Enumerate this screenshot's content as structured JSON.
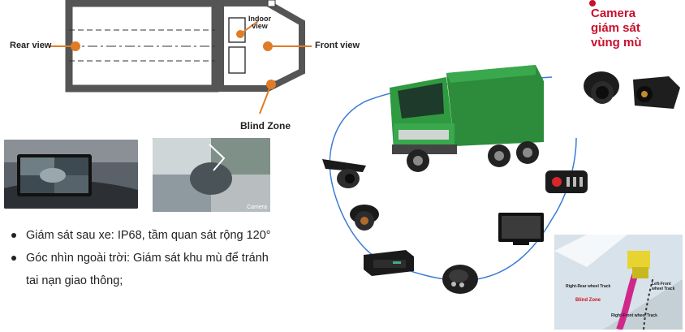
{
  "diagram": {
    "rear_label": "Rear view",
    "front_label": "Front view",
    "indoor_label_line1": "Indoor",
    "indoor_label_line2": "view",
    "blind_label": "Blind Zone",
    "accent_color": "#e07b26"
  },
  "title": {
    "line1": "Camera",
    "line2": "giám sát",
    "line3": "vùng mù",
    "color": "#c8102e"
  },
  "bullets": [
    {
      "text": "Giám sát sau xe: IP68, tầm quan sát rộng 120°"
    },
    {
      "text": "Góc nhìn ngoài trời: Giám sát khu mù để tránh"
    },
    {
      "text": "tai nạn giao thông;"
    }
  ],
  "photo2_caption": "Camera",
  "inset": {
    "label_rear_track": "Right-Rear wheel Track",
    "label_left_front": "Left-Front wheel Track",
    "label_blind_zone": "Blind Zone",
    "label_right_front": "Right-Front wheel Track"
  },
  "icons": [
    "truck-image",
    "camera-bullet-icon",
    "camera-rect-icon",
    "camera-dome-icon",
    "camera-side-icon",
    "monitor-icon",
    "dvr-icon",
    "remote-icon",
    "mouse-camera-icon"
  ]
}
